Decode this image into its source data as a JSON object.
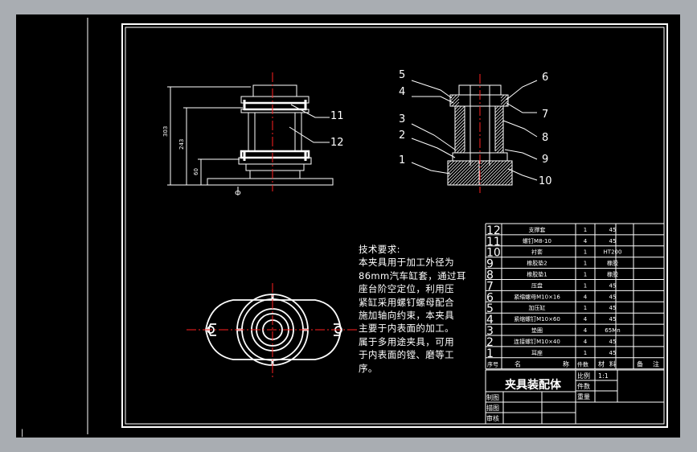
{
  "colors": {
    "background": "#000000",
    "frame": "#ffffff",
    "centerline": "#ff2020",
    "chrome": "#a9adb2"
  },
  "balloons": {
    "front": [
      "11",
      "12"
    ],
    "section": [
      "5",
      "4",
      "3",
      "2",
      "1",
      "6",
      "7",
      "8",
      "9",
      "10"
    ]
  },
  "dims": {
    "d1": "303",
    "d2": "243",
    "d3": "60"
  },
  "datum": "Ф",
  "tech_req": {
    "title": "技术要求:",
    "lines": [
      "本夹具用于加工外径为",
      "86mm汽车缸套，通过耳",
      "座台阶空定位，利用压",
      "紧缸采用螺钉螺母配合",
      "施加轴向约束，本夹具",
      "主要于内表面的加工。",
      "属于多用途夹具，可用",
      "于内表面的镗、磨等工",
      "序。"
    ]
  },
  "parts_list": [
    {
      "no": "12",
      "name": "支撑套",
      "qty": "1",
      "mat": "45"
    },
    {
      "no": "11",
      "name": "螺钉M8-10",
      "qty": "4",
      "mat": "45"
    },
    {
      "no": "10",
      "name": "衬套",
      "qty": "1",
      "mat": "HT200"
    },
    {
      "no": "9",
      "name": "橡胶垫2",
      "qty": "1",
      "mat": "橡胶"
    },
    {
      "no": "8",
      "name": "橡胶垫1",
      "qty": "1",
      "mat": "橡胶"
    },
    {
      "no": "7",
      "name": "压盘",
      "qty": "1",
      "mat": "45"
    },
    {
      "no": "6",
      "name": "紧缩螺母M10×16",
      "qty": "4",
      "mat": "45"
    },
    {
      "no": "5",
      "name": "加压缸",
      "qty": "1",
      "mat": "45"
    },
    {
      "no": "4",
      "name": "紧缩螺钉M10×60",
      "qty": "4",
      "mat": "45"
    },
    {
      "no": "3",
      "name": "垫圈",
      "qty": "4",
      "mat": "65Mn"
    },
    {
      "no": "2",
      "name": "连接螺钉M10×40",
      "qty": "4",
      "mat": "45"
    },
    {
      "no": "1",
      "name": "耳座",
      "qty": "1",
      "mat": "45"
    }
  ],
  "header_row": {
    "no": "序号",
    "name": "名",
    "name2": "称",
    "qty": "件数",
    "mat": "材",
    "mat2": "料",
    "note": "备",
    "note2": "注"
  },
  "title_block": {
    "title": "夹具装配体",
    "scale_label": "比例",
    "scale_value": "1:1",
    "count_label": "件数",
    "weight_label": "重量",
    "draw_label": "制图",
    "design_label": "描图",
    "check_label": "审核"
  },
  "status_char": "|"
}
